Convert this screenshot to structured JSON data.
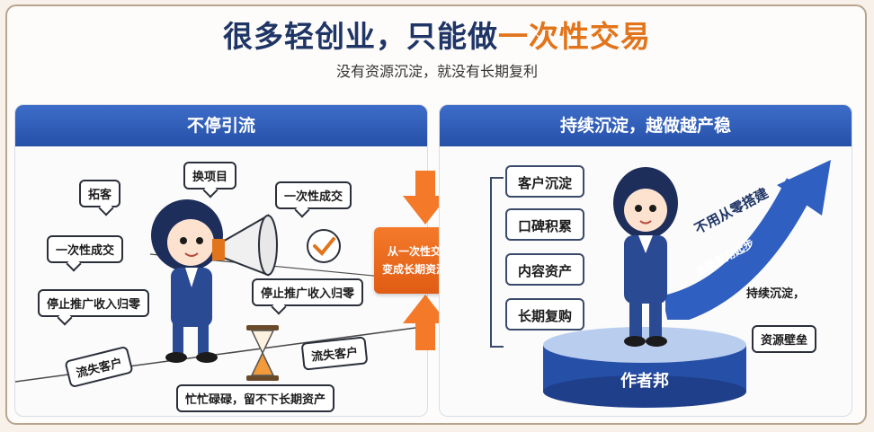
{
  "header": {
    "title_main": "很多轻创业，只能做",
    "title_highlight": "一次性交易",
    "subtitle": "没有资源沉淀，就没有长期复利"
  },
  "left_panel": {
    "heading": "不停引流",
    "bubbles": [
      "拓客",
      "换项目",
      "一次性成交",
      "一次性成交",
      "停止推广收入归零",
      "停止推广收入归零"
    ],
    "cards": [
      "流失客户",
      "流失客户"
    ],
    "caption": "忙忙碌碌，留不下长期资产"
  },
  "center": {
    "line1": "从一次性交易，",
    "line2": "变成长期资源积累"
  },
  "right_panel": {
    "heading": "持续沉淀，越做越产稳",
    "steps": [
      "客户沉淀",
      "口碑积累",
      "内容资产",
      "长期复购"
    ],
    "arrow_text_1": "不用从零搭建",
    "arrow_text_2": "直接复用起步",
    "tag_1": "持续沉淀，",
    "tag_2": "资源壁垒",
    "pedestal_label": "作者邦"
  },
  "colors": {
    "navy": "#1f3566",
    "orange": "#e2741b",
    "blue": "#2650a8"
  }
}
